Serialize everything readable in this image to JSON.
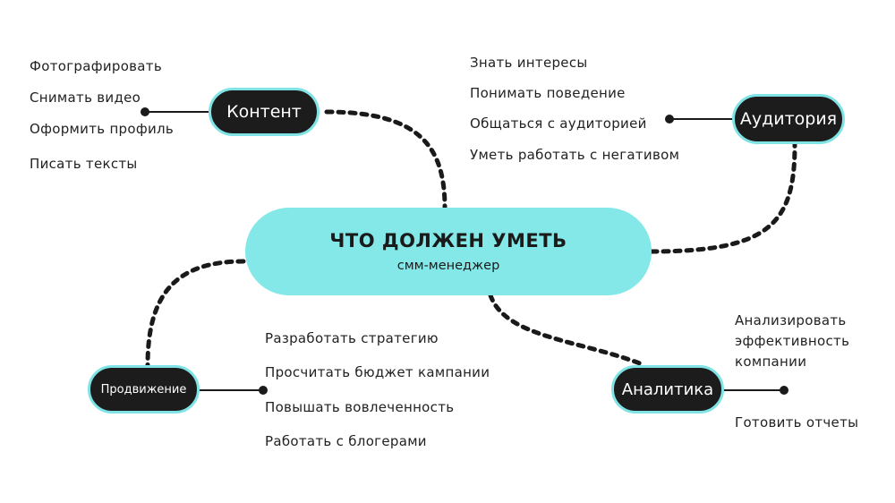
{
  "center": {
    "title": "ЧТО ДОЛЖЕН УМЕТЬ",
    "subtitle": "смм-менеджер"
  },
  "nodes": {
    "content": {
      "label": "Контент",
      "items": [
        "Фотографировать",
        "Снимать видео",
        "Оформить профиль",
        "Писать тексты"
      ]
    },
    "audience": {
      "label": "Аудитория",
      "items": [
        "Знать интересы",
        "Понимать поведение",
        "Общаться с аудиторией",
        "Уметь работать с негативом"
      ]
    },
    "promotion": {
      "label": "Продвижение",
      "items": [
        "Разработать стратегию",
        "Просчитать бюджет кампании",
        "Повышать вовлеченность",
        "Работать с блогерами"
      ]
    },
    "analytics": {
      "label": "Аналитика",
      "items": [
        [
          "Анализировать",
          "эффективность",
          "компании"
        ],
        "Готовить отчеты"
      ]
    }
  },
  "colors": {
    "center_fill": "#84e8e8",
    "pill_fill": "#1c1c1c",
    "pill_border": "#7fe3e6",
    "line": "#1a1a1a"
  }
}
